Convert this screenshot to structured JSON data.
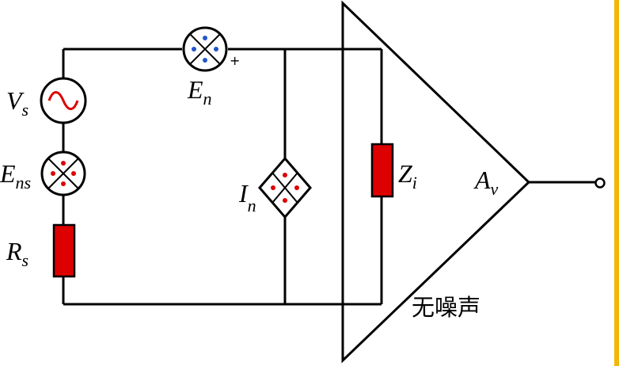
{
  "labels": {
    "vs": {
      "main": "V",
      "sub": "s"
    },
    "ens": {
      "main": "E",
      "sub": "ns"
    },
    "rs": {
      "main": "R",
      "sub": "s"
    },
    "en": {
      "main": "E",
      "sub": "n"
    },
    "en_polarity": "+",
    "in": {
      "main": "I",
      "sub": "n"
    },
    "zi": {
      "main": "Z",
      "sub": "i"
    },
    "av": {
      "main": "A",
      "sub": "v"
    },
    "noiseless": "无噪声"
  },
  "colors": {
    "wire": "#000000",
    "resistor_fill": "#dd0000",
    "voltage_source_wave": "#dd0000",
    "voltage_noise_dots": "#2255cc",
    "noise_dots_red": "#dd0000",
    "edge_stripe": "#f2b705"
  },
  "icons": {
    "vs": "ac-voltage-source-icon",
    "ens": "source-noise-voltage-icon",
    "en": "amplifier-noise-voltage-icon",
    "in": "amplifier-noise-current-icon",
    "rs": "resistor-icon",
    "zi": "resistor-icon",
    "amp": "triangle-amplifier-icon"
  }
}
